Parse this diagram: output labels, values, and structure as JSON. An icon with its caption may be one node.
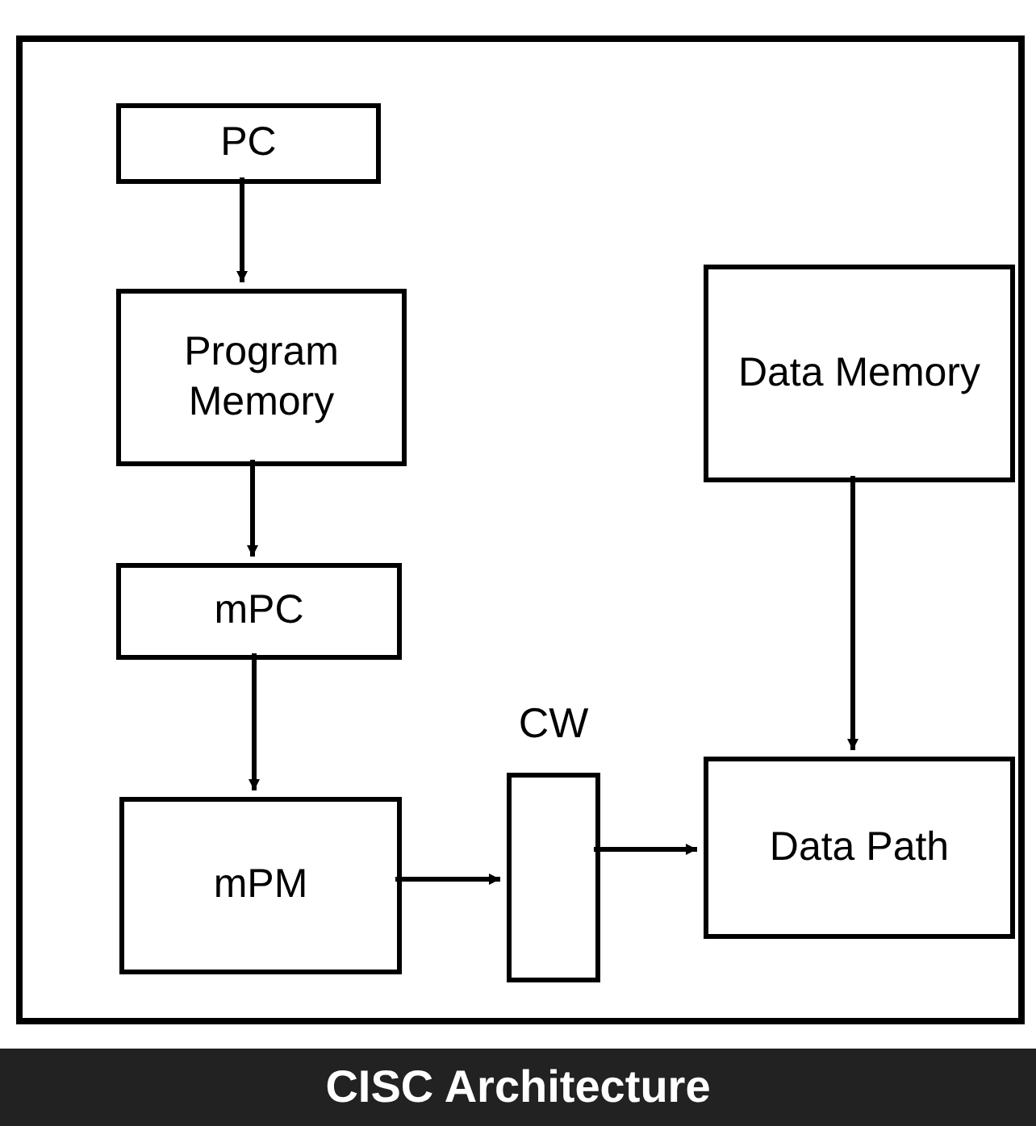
{
  "diagram": {
    "title": "CISC Architecture",
    "nodes": [
      {
        "text": [],
        "shape": "box"
      },
      {
        "text": [
          "PC"
        ],
        "in": 0
      },
      {
        "text": [
          "Program Memory"
        ],
        "in": 0
      },
      {
        "text": [
          "mPC"
        ],
        "in": 0
      },
      {
        "text": [
          "mPM"
        ],
        "in": 0
      },
      {
        "text": [
          "CW"
        ],
        "in": 0
      },
      {
        "text": [
          "Data Memory"
        ],
        "in": 0
      },
      {
        "text": [
          "Data Path"
        ],
        "in": 0
      }
    ],
    "edges": [
      {
        "from": 1,
        "to": 2,
        "arrow": "to"
      },
      {
        "from": 2,
        "to": 3,
        "arrow": "to"
      },
      {
        "from": 3,
        "to": 4,
        "arrow": "to"
      },
      {
        "from": 4,
        "to": 5,
        "arrow": "to"
      },
      {
        "from": 5,
        "to": 7,
        "arrow": "to"
      },
      {
        "from": 6,
        "to": 7,
        "arrow": "to"
      }
    ]
  }
}
